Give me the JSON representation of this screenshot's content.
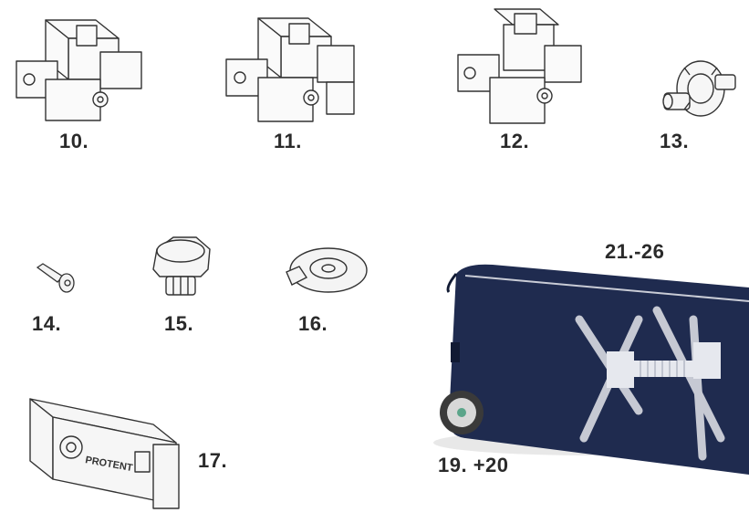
{
  "parts": [
    {
      "label": "10.",
      "icon": "cross-connector-3way-icon"
    },
    {
      "label": "11.",
      "icon": "cross-connector-4way-icon"
    },
    {
      "label": "12.",
      "icon": "cross-connector-5way-icon"
    },
    {
      "label": "13.",
      "icon": "roller-wheel-icon"
    },
    {
      "label": "14.",
      "icon": "pin-icon"
    },
    {
      "label": "15.",
      "icon": "end-cap-icon"
    },
    {
      "label": "16.",
      "icon": "base-disc-icon"
    },
    {
      "label": "17.",
      "icon": "buckle-clip-icon",
      "brand_text": "PROTENT"
    },
    {
      "label": "19. +20",
      "icon": "wheel-icon"
    },
    {
      "label": "21.-26",
      "icon": "transport-bag-icon"
    }
  ],
  "colors": {
    "bag": "#1f2b4f",
    "line": "#333333",
    "label": "#2a2a2a"
  }
}
